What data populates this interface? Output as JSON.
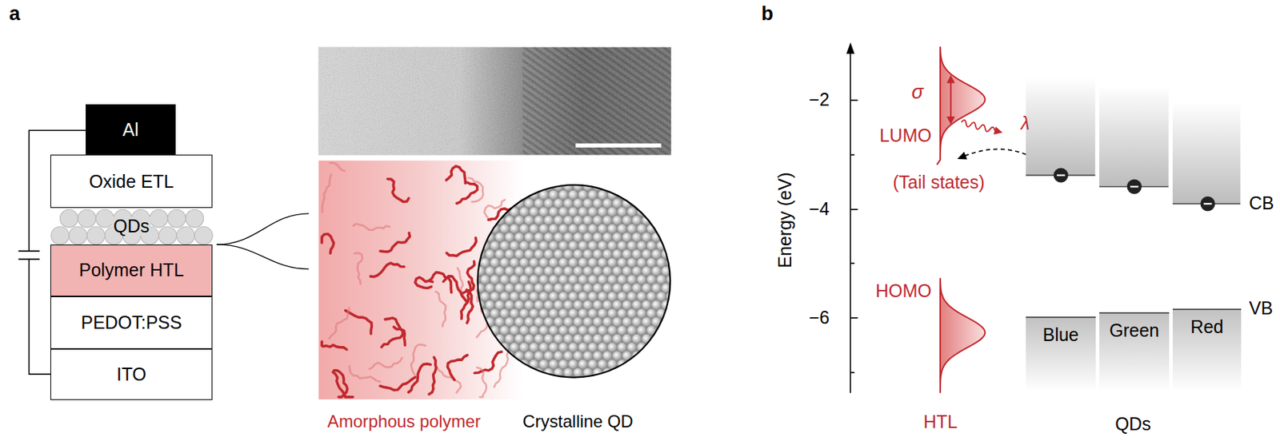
{
  "diagram": {
    "nodes": [
      {
        "text": [
          "Al"
        ]
      },
      {
        "text": [
          "Oxide ETL"
        ]
      },
      {
        "text": [
          "QDs"
        ]
      },
      {
        "text": [
          "Polymer HTL"
        ]
      },
      {
        "text": [
          "PEDOT:PSS"
        ]
      },
      {
        "text": [
          "ITO"
        ]
      },
      {
        "text": [
          "Blue"
        ]
      },
      {
        "text": [
          "Green"
        ]
      },
      {
        "text": [
          "Red"
        ]
      }
    ],
    "labels": [
      "a",
      "Amorphous polymer",
      "Crystalline QD",
      "b",
      "−2",
      "−4",
      "−6",
      "Energy (eV)",
      "σ",
      "LUMO",
      "(Tail states)",
      "λ",
      "HOMO",
      "HTL",
      "QDs",
      "CB",
      "VB"
    ]
  }
}
